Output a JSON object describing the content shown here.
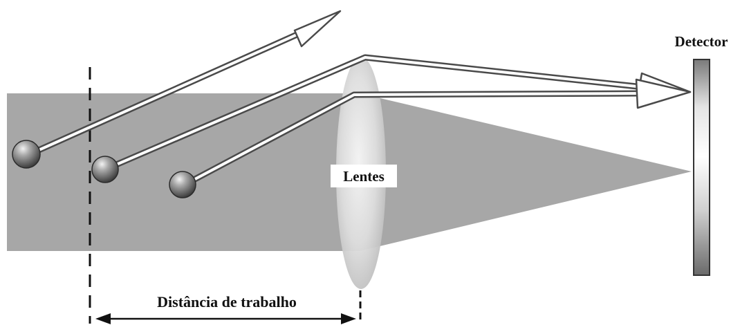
{
  "labels": {
    "detector": "Detector",
    "lens": "Lentes",
    "working_distance": "Distância de trabalho"
  },
  "colors": {
    "beam": "#a7a7a7",
    "particle": "#777777",
    "arrow_fill": "#ffffff",
    "arrow_stroke": "#4a4a4a",
    "dashed_line": "#111111",
    "text": "#111111"
  }
}
